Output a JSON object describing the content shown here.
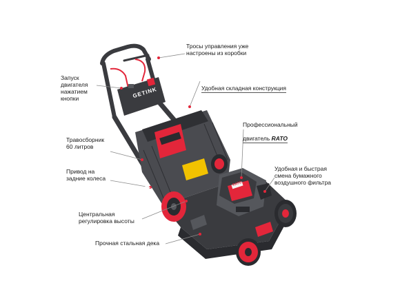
{
  "product": {
    "brand_logo": "GETINK",
    "engine_badge": "RATO"
  },
  "callouts": {
    "cables": "Тросы управления уже\nнастроены из коробки",
    "start": "Запуск\nдвигателя\nнажатием\nкнопки",
    "folding": "Удобная складная конструкция",
    "engine_line1": "Профессиональный",
    "engine_line2_prefix": "двигатель ",
    "engine_line2_em": "RATO",
    "grassbag": "Травосборник\n60 литров",
    "drive": "Привод на\nзадние колеса",
    "filter": "Удобная и быстрая\nсмена бумажного\nвоздушного фильтра",
    "height": "Центральная\nрегулировка высоты",
    "deck": "Прочная стальная дека"
  },
  "colors": {
    "accent_red": "#e3263a",
    "body_dark": "#3a3b3f",
    "body_mid": "#55575c",
    "label_yellow": "#f2c200"
  }
}
